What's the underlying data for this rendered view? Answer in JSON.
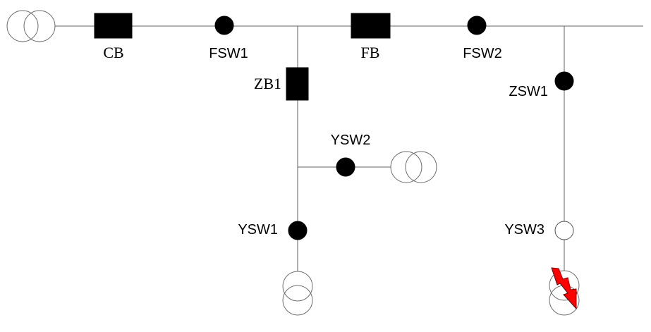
{
  "diagram": {
    "labels": {
      "cb": "CB",
      "fsw1": "FSW1",
      "fb": "FB",
      "fsw2": "FSW2",
      "zb1": "ZB1",
      "zsw1": "ZSW1",
      "ysw2": "YSW2",
      "ysw1": "YSW1",
      "ysw3": "YSW3"
    },
    "components": {
      "cb": {
        "type": "breaker",
        "state": "closed"
      },
      "fsw1": {
        "type": "switch",
        "state": "closed"
      },
      "fb": {
        "type": "breaker",
        "state": "closed"
      },
      "fsw2": {
        "type": "switch",
        "state": "closed"
      },
      "zb1": {
        "type": "breaker",
        "state": "closed"
      },
      "zsw1": {
        "type": "switch",
        "state": "closed"
      },
      "ysw2": {
        "type": "switch",
        "state": "closed"
      },
      "ysw1": {
        "type": "switch",
        "state": "closed"
      },
      "ysw3": {
        "type": "switch",
        "state": "open"
      }
    },
    "fault": {
      "location": "ysw3-load-transformer",
      "color": "#ff0000"
    },
    "colors": {
      "closed_fill": "#000000",
      "open_fill": "#ffffff",
      "wire": "#606060"
    }
  }
}
